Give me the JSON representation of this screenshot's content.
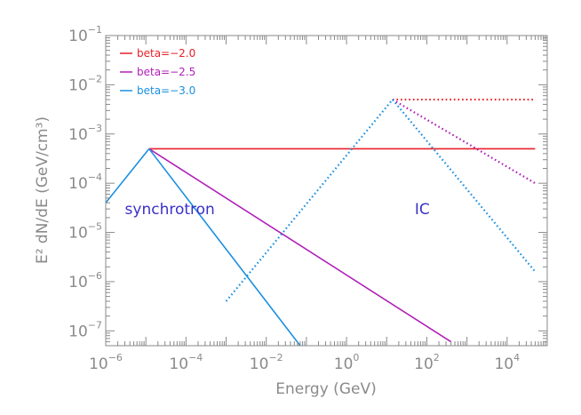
{
  "chart_data": {
    "type": "line",
    "x_scale": "log",
    "y_scale": "log",
    "xlabel": "Energy (GeV)",
    "ylabel": "E² dN/dE  (GeV/cm³)",
    "xlim": [
      1e-06,
      100000.0
    ],
    "ylim": [
      5e-08,
      0.1
    ],
    "x_ticks": [
      {
        "value": 1e-06,
        "base": "10",
        "exp": "−6"
      },
      {
        "value": 0.0001,
        "base": "10",
        "exp": "−4"
      },
      {
        "value": 0.01,
        "base": "10",
        "exp": "−2"
      },
      {
        "value": 1,
        "base": "10",
        "exp": "0"
      },
      {
        "value": 100,
        "base": "10",
        "exp": "2"
      },
      {
        "value": 10000.0,
        "base": "10",
        "exp": "4"
      }
    ],
    "y_ticks": [
      {
        "value": 1e-07,
        "base": "10",
        "exp": "−7"
      },
      {
        "value": 1e-06,
        "base": "10",
        "exp": "−6"
      },
      {
        "value": 1e-05,
        "base": "10",
        "exp": "−5"
      },
      {
        "value": 0.0001,
        "base": "10",
        "exp": "−4"
      },
      {
        "value": 0.001,
        "base": "10",
        "exp": "−3"
      },
      {
        "value": 0.01,
        "base": "10",
        "exp": "−2"
      },
      {
        "value": 0.1,
        "base": "10",
        "exp": "−1"
      }
    ],
    "legend": [
      {
        "label": "beta=−2.0",
        "color": "#e8202a"
      },
      {
        "label": "beta=−2.5",
        "color": "#b020b8"
      },
      {
        "label": "beta=−3.0",
        "color": "#1a90e0"
      }
    ],
    "legend_position": "top-left",
    "annotations": [
      {
        "text": "synchrotron",
        "x": 3e-06,
        "y": 3e-05
      },
      {
        "text": "IC",
        "x": 50,
        "y": 3e-05
      }
    ],
    "series": [
      {
        "component": "synchrotron",
        "style": "solid",
        "color": "#1a90e0",
        "points": [
          [
            1e-06,
            4e-05
          ],
          [
            1.2e-05,
            0.0005
          ]
        ]
      },
      {
        "component": "synchrotron",
        "style": "solid",
        "color": "#e8202a",
        "points": [
          [
            1.2e-05,
            0.0005
          ],
          [
            50000.0,
            0.0005
          ]
        ]
      },
      {
        "component": "synchrotron",
        "style": "solid",
        "color": "#b020b8",
        "points": [
          [
            1.2e-05,
            0.0005
          ],
          [
            400,
            6e-08
          ]
        ]
      },
      {
        "component": "synchrotron",
        "style": "solid",
        "color": "#1a90e0",
        "points": [
          [
            1.2e-05,
            0.0005
          ],
          [
            0.07,
            5e-08
          ]
        ]
      },
      {
        "component": "IC",
        "style": "dotted",
        "color": "#1a90e0",
        "points": [
          [
            0.001,
            4e-07
          ],
          [
            14,
            0.005
          ]
        ]
      },
      {
        "component": "IC",
        "style": "dotted",
        "color": "#e8202a",
        "points": [
          [
            14,
            0.005
          ],
          [
            50000.0,
            0.005
          ]
        ]
      },
      {
        "component": "IC",
        "style": "dotted",
        "color": "#b020b8",
        "points": [
          [
            14,
            0.005
          ],
          [
            50000.0,
            0.0001
          ]
        ]
      },
      {
        "component": "IC",
        "style": "dotted",
        "color": "#1a90e0",
        "points": [
          [
            14,
            0.005
          ],
          [
            50000.0,
            1.6e-06
          ]
        ]
      }
    ]
  }
}
